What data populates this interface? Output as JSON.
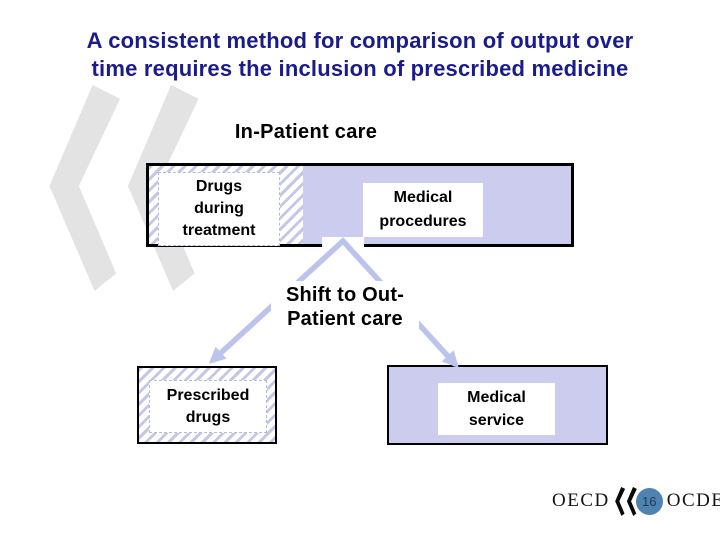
{
  "title": {
    "line1": "A consistent method for comparison of output over",
    "line2": "time requires the inclusion of prescribed medicine"
  },
  "diagram": {
    "inpatient_heading": "In-Patient care",
    "top_box": {
      "drugs_label": {
        "line1": "Drugs",
        "line2": "during",
        "line3": "treatment"
      },
      "procedures_label": {
        "line1": "Medical",
        "line2": "procedures"
      }
    },
    "shift_label": {
      "line1": "Shift to Out-",
      "line2": "Patient care"
    },
    "bottom_left_box": {
      "line1": "Prescribed",
      "line2": "drugs"
    },
    "bottom_right_box": {
      "line1": "Medical",
      "line2": "service"
    }
  },
  "footer_logo": {
    "left_acronym": "OECD",
    "right_acronym": "OCDE",
    "page_number": "16"
  },
  "icons": {
    "watermark": "oecd-double-chevron-watermark",
    "logo_chevrons": "oecd-double-chevron-icon"
  },
  "colors": {
    "title_navy": "#1b1b8a",
    "fill_lavender": "#ccccee",
    "hatch_stripe": "#c6c6e6",
    "arrow_periwinkle": "#bcc3ec",
    "watermark_gray": "#e3e3e3",
    "page_circle_blue": "#4d82b1",
    "border_black": "#000000"
  }
}
